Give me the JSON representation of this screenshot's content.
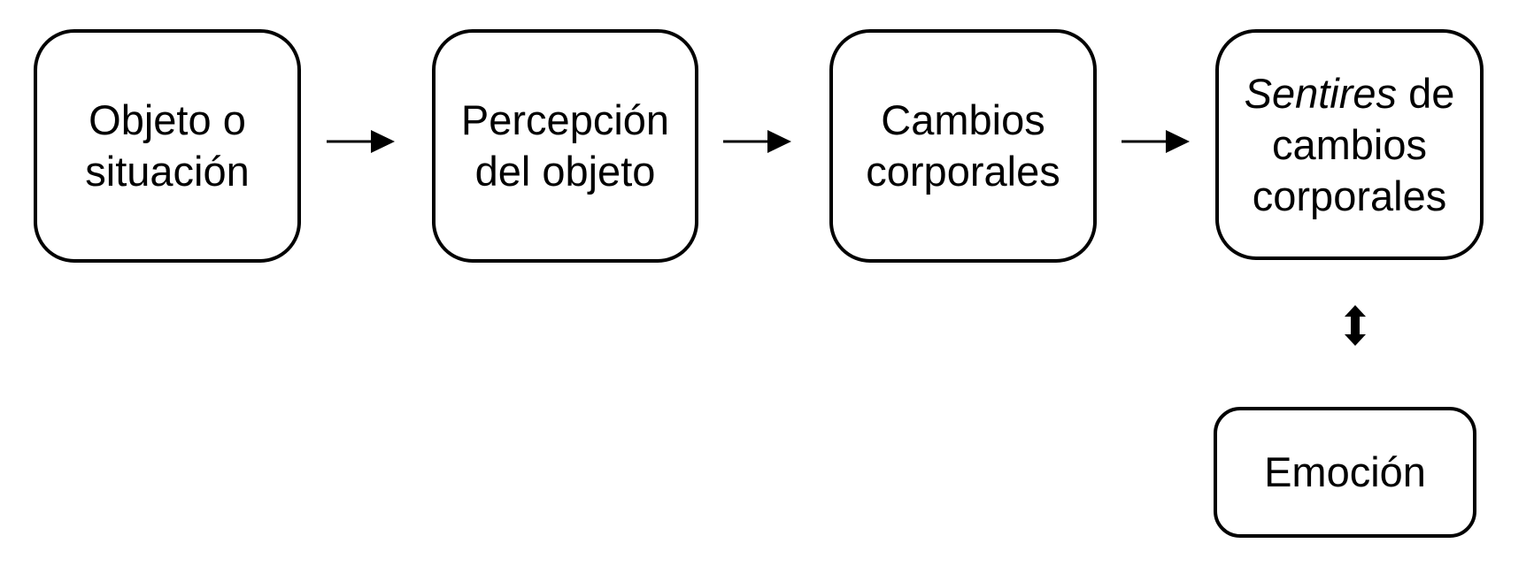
{
  "diagram": {
    "colors": {
      "background": "#ffffff",
      "line": "#000000",
      "text": "#000000"
    },
    "boxes": {
      "object": {
        "line1": "Objeto o",
        "line2": "situación"
      },
      "perception": {
        "line1": "Percepción",
        "line2": "del objeto"
      },
      "bodily_changes": {
        "line1": "Cambios",
        "line2": "corporales"
      },
      "feelings": {
        "line1_italic": "Sentires",
        "line1_rest": " de",
        "line2": "cambios",
        "line3": "corporales"
      },
      "emotion": {
        "line1": "Emoción"
      }
    },
    "arrows": {
      "arrow1": "right-arrow: object to perception",
      "arrow2": "right-arrow: perception to bodily changes",
      "arrow3": "right-arrow: bodily changes to feelings",
      "arrow4": "double-headed vertical arrow: feelings and emotion"
    }
  }
}
